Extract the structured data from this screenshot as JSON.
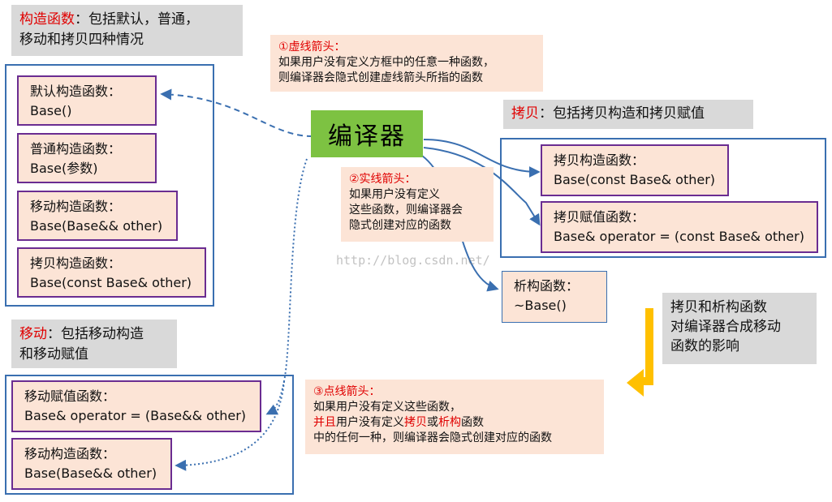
{
  "constructors_header": {
    "keyword": "构造函数",
    "rest": "：包括默认，普通，",
    "line2": "移动和拷贝四种情况"
  },
  "left_group": [
    {
      "name": "默认构造函数：",
      "sig": "Base()"
    },
    {
      "name": "普通构造函数：",
      "sig": "Base(参数)"
    },
    {
      "name": "移动构造函数：",
      "sig": "Base(Base&& other)"
    },
    {
      "name": "拷贝构造函数：",
      "sig": "Base(const Base& other)"
    }
  ],
  "note_dashed": {
    "title": "①虚线箭头：",
    "line1": "如果用户没有定义方框中的任意一种函数，",
    "line2": "则编译器会隐式创建虚线箭头所指的函数"
  },
  "compiler": {
    "label": "编译器"
  },
  "copy_header": {
    "keyword": "拷贝",
    "rest": "：包括拷贝构造和拷贝赋值"
  },
  "copy_group": [
    {
      "name": "拷贝构造函数：",
      "sig": "Base(const Base& other)"
    },
    {
      "name": "拷贝赋值函数：",
      "sig": "Base& operator = (const Base& other)"
    }
  ],
  "note_solid": {
    "title": "②实线箭头：",
    "line1": "如果用户没有定义",
    "line2": "这些函数，则编译器会",
    "line3": "隐式创建对应的函数"
  },
  "destructor": {
    "name": "析构函数：",
    "sig": "~Base()"
  },
  "watermark": "http://blog.csdn.net/",
  "move_header": {
    "keyword": "移动",
    "rest": "：包括移动构造",
    "line2": "和移动赋值"
  },
  "move_group": [
    {
      "name": "移动赋值函数：",
      "sig": "Base& operator = (Base&& other)"
    },
    {
      "name": "移动构造函数：",
      "sig": "Base(Base&& other)"
    }
  ],
  "influence_note": {
    "line1": "拷贝和析构函数",
    "line2": "对编译器合成移动",
    "line3": "函数的影响"
  },
  "note_dotted": {
    "title": "③点线箭头：",
    "line1": "如果用户没有定义这些函数，",
    "line2_highlight1": "并且",
    "line2_mid1": "用户没有定义",
    "line2_highlight2": "拷贝",
    "line2_mid2": "或",
    "line2_highlight3": "析构",
    "line2_tail": "函数",
    "line3": "中的任何一种，则编译器会隐式创建对应的函数"
  },
  "colors": {
    "grey_bg": "#d9d9d9",
    "peach_bg": "#fce4d6",
    "frame_blue": "#3a6fb0",
    "box_purple": "#6a2c91",
    "compiler_green": "#7dc242",
    "highlight_red": "#e00000",
    "big_arrow_yellow": "#ffc000"
  }
}
